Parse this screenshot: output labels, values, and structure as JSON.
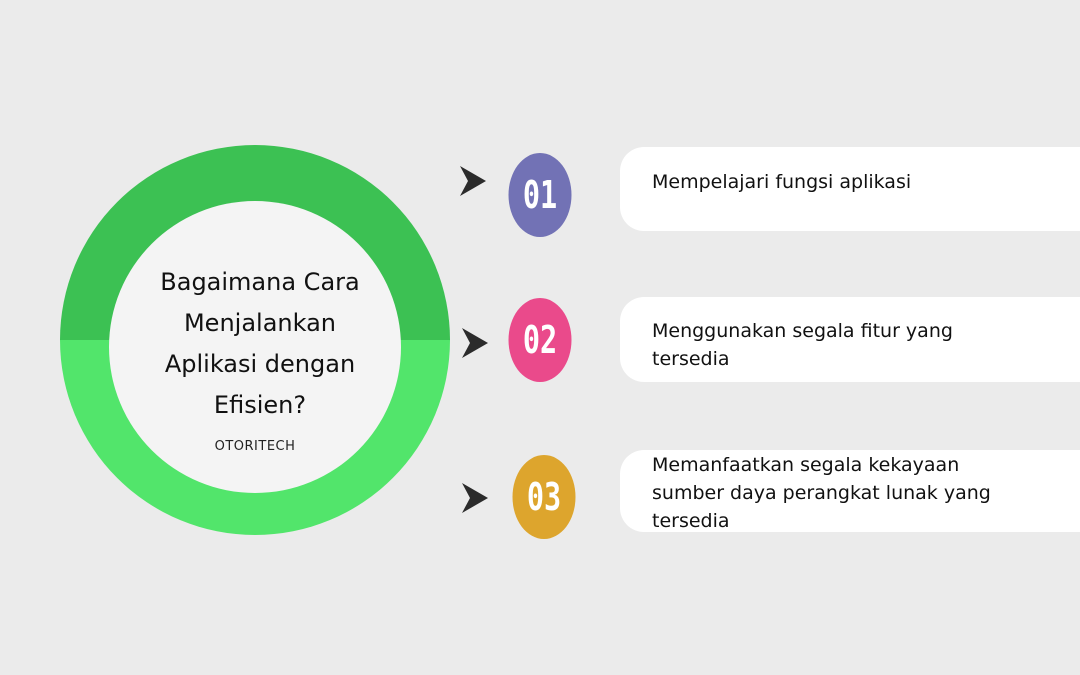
{
  "center": {
    "title": "Bagaimana Cara\nMenjalankan\nAplikasi dengan\nEfisien?",
    "brand": "OTORITECH"
  },
  "steps": [
    {
      "number": "01",
      "text": "Mempelajari fungsi aplikasi",
      "color": "#7272b5"
    },
    {
      "number": "02",
      "text": "Menggunakan segala fitur yang\ntersedia",
      "color": "#ea4a8b"
    },
    {
      "number": "03",
      "text": "Memanfaatkan segala kekayaan\nsumber daya perangkat lunak yang\ntersedia",
      "color": "#dda52d"
    }
  ],
  "colors": {
    "background": "#ebebeb",
    "ring_top": "#3cc153",
    "ring_bottom": "#52e56b",
    "inner_circle": "#f4f4f4",
    "card": "#ffffff",
    "arrow": "#2b2b2b"
  },
  "icons": [
    "arrow-right-icon"
  ]
}
